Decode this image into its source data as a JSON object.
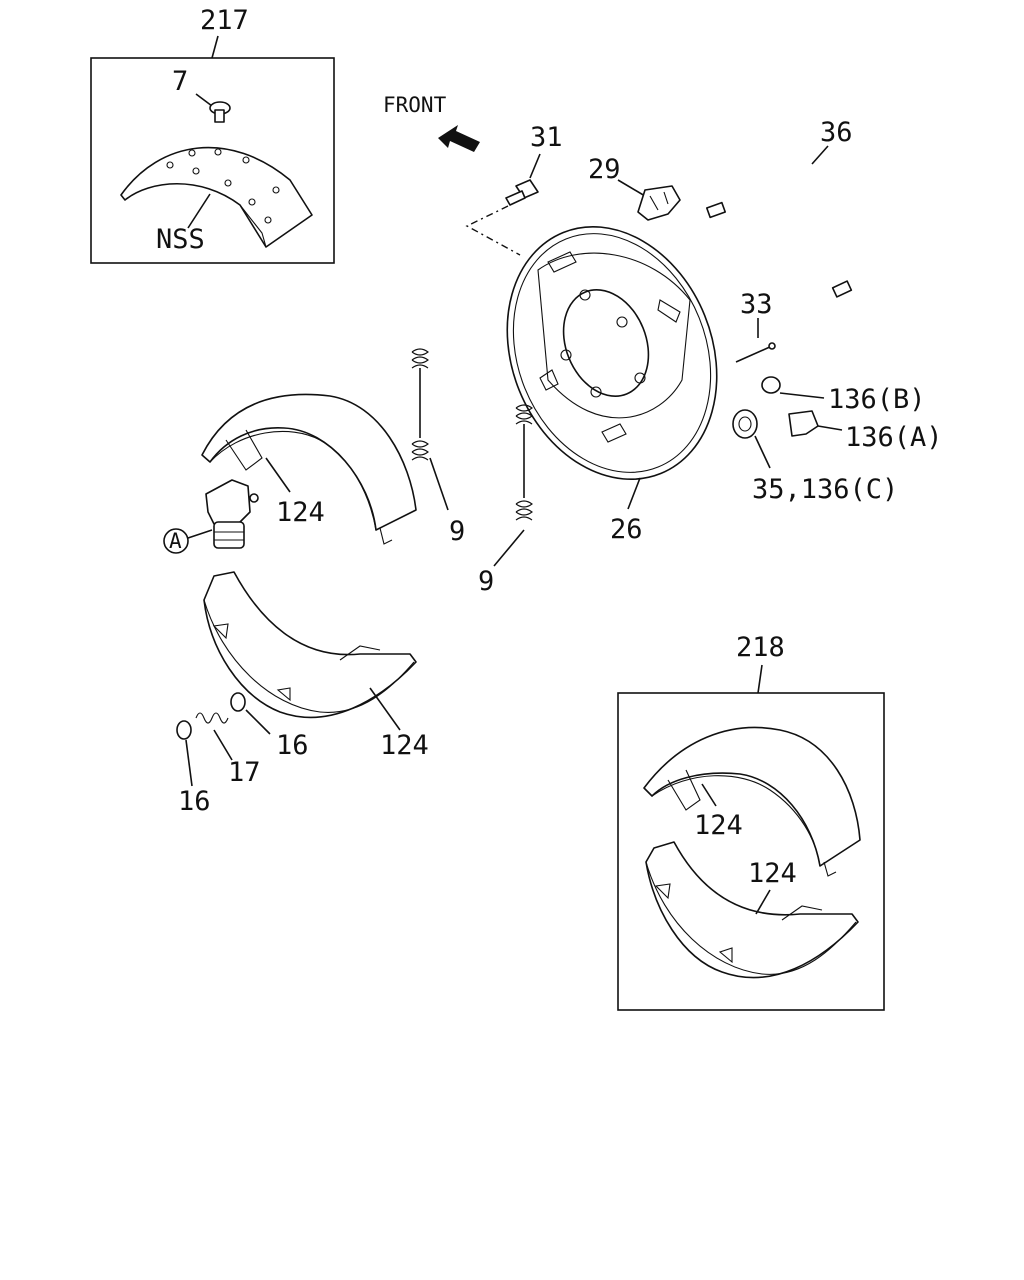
{
  "direction_label": "FRONT",
  "callout_circle": "A",
  "groups": {
    "g217": {
      "number": "217",
      "part7": "7",
      "shoe_label": "NSS"
    },
    "g218": {
      "number": "218",
      "upper_shoe": "124",
      "lower_shoe": "124"
    }
  },
  "labels": {
    "p31": "31",
    "p29": "29",
    "p36": "36",
    "p33": "33",
    "p136b": "136(B)",
    "p136a": "136(A)",
    "p35_136c": "35,136(C)",
    "p26": "26",
    "p9_upper": "9",
    "p9_lower": "9",
    "p124_upper": "124",
    "p124_lower": "124",
    "p16_right": "16",
    "p17": "17",
    "p16_left": "16"
  }
}
